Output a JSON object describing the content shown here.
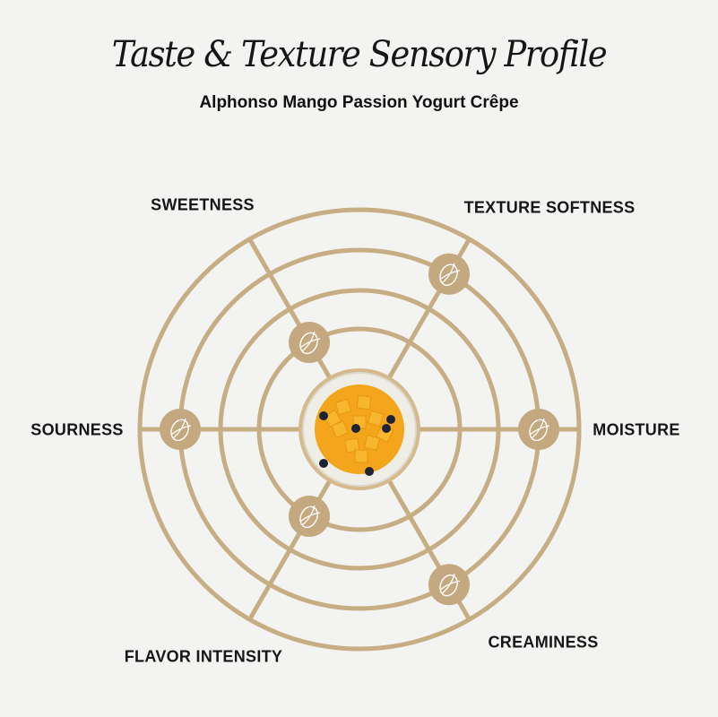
{
  "title": "Taste & Texture Sensory Profile",
  "subtitle": "Alphonso Mango Passion Yogurt Crêpe",
  "colors": {
    "gold": "#c7ad84",
    "marker": "#c4a880",
    "text": "#161616",
    "background": "#f3f3f1"
  },
  "chart_data": {
    "type": "radar",
    "title": "Taste & Texture Sensory Profile",
    "scale": [
      1,
      5
    ],
    "rings": 5,
    "grid": true,
    "marker_icon": "leaf-logo-icon",
    "center_image": "mango-crepe-dish",
    "axes": [
      {
        "label": "MOISTURE",
        "value": 4
      },
      {
        "label": "TEXTURE SOFTNESS",
        "value": 4
      },
      {
        "label": "SWEETNESS",
        "value": 2
      },
      {
        "label": "SOURNESS",
        "value": 4
      },
      {
        "label": "FLAVOR INTENSITY",
        "value": 2
      },
      {
        "label": "CREAMINESS",
        "value": 4
      }
    ]
  }
}
